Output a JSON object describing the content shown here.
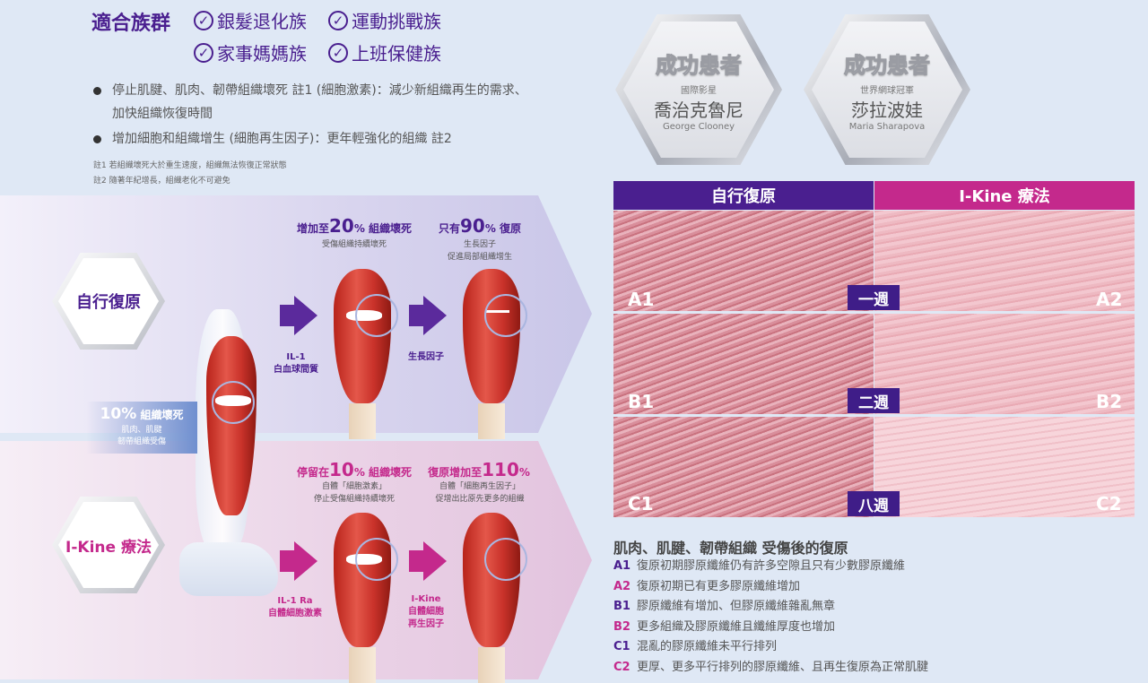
{
  "header": {
    "title": "適合族群",
    "audiences": [
      "銀髮退化族",
      "運動挑戰族",
      "家事媽媽族",
      "上班保健族"
    ],
    "bullets": [
      {
        "line1": "停止肌腱、肌肉、韌帶組織壞死 註1 (細胞激素)：減少新組織再生的需求、",
        "line2": "加快組織恢復時間"
      },
      {
        "line1": "增加細胞和組織增生 (細胞再生因子)：更年輕強化的組織 註2",
        "line2": ""
      }
    ],
    "notes": [
      "註1  若組織壞死大於重生速度，組織無法恢復正常狀態",
      "註2  隨著年紀增長，組織老化不可避免"
    ]
  },
  "diagram": {
    "row1_label": "自行復原",
    "row2_label": "I-Kine 療法",
    "leg_label": {
      "pct": "10%",
      "title": "組織壞死",
      "sub1": "肌肉、肌腱",
      "sub2": "韌帶組織受傷"
    },
    "row1": {
      "step1": {
        "pre": "增加至",
        "num": "20",
        "post": "% 組織壞死",
        "sub": "受傷組織持續壞死"
      },
      "step2": {
        "pre": "只有",
        "num": "90",
        "post": "% 復原",
        "sub1": "生長因子",
        "sub2": "促進局部組織增生"
      },
      "arrow1_tag1": "IL-1",
      "arrow1_tag2": "白血球間質",
      "arrow2_tag1": "生長因子"
    },
    "row2": {
      "step1": {
        "pre": "停留在",
        "num": "10",
        "post": "% 組織壞死",
        "sub1": "自體「細胞激素」",
        "sub2": "停止受傷組織持續壞死"
      },
      "step2": {
        "pre": "復原增加至",
        "num": "110",
        "post": "%",
        "sub1": "自體「細胞再生因子」",
        "sub2": "促增出比原先更多的組織"
      },
      "arrow1_tag1": "IL-1 Ra",
      "arrow1_tag2": "自體細胞激素",
      "arrow2_tag1": "I-Kine",
      "arrow2_tag2": "自體細胞",
      "arrow2_tag3": "再生因子"
    }
  },
  "celebrities": [
    {
      "heading": "成功患者",
      "role": "國際影星",
      "name": "喬治克魯尼",
      "en": "George Clooney"
    },
    {
      "heading": "成功患者",
      "role": "世界網球冠軍",
      "name": "莎拉波娃",
      "en": "Maria Sharapova"
    }
  ],
  "tissue": {
    "col_left": "自行復原",
    "col_right": "I-Kine 療法",
    "rows": [
      {
        "left": "A1",
        "right": "A2",
        "week": "一週"
      },
      {
        "left": "B1",
        "right": "B2",
        "week": "二週"
      },
      {
        "left": "C1",
        "right": "C2",
        "week": "八週"
      }
    ],
    "colors": {
      "left_header": "#4a1f8f",
      "right_header": "#c4298c"
    }
  },
  "legend": {
    "title": "肌肉、肌腱、韌帶組織  受傷後的復原",
    "items": [
      {
        "key": "A1",
        "text": "復原初期膠原纖維仍有許多空隙且只有少數膠原纖維"
      },
      {
        "key": "A2",
        "text": "復原初期已有更多膠原纖維增加"
      },
      {
        "key": "B1",
        "text": "膠原纖維有增加、但膠原纖維雜亂無章"
      },
      {
        "key": "B2",
        "text": "更多組織及膠原纖維且纖維厚度也增加"
      },
      {
        "key": "C1",
        "text": "混亂的膠原纖維未平行排列"
      },
      {
        "key": "C2",
        "text": "更厚、更多平行排列的膠原纖維、且再生復原為正常肌腱"
      }
    ]
  }
}
